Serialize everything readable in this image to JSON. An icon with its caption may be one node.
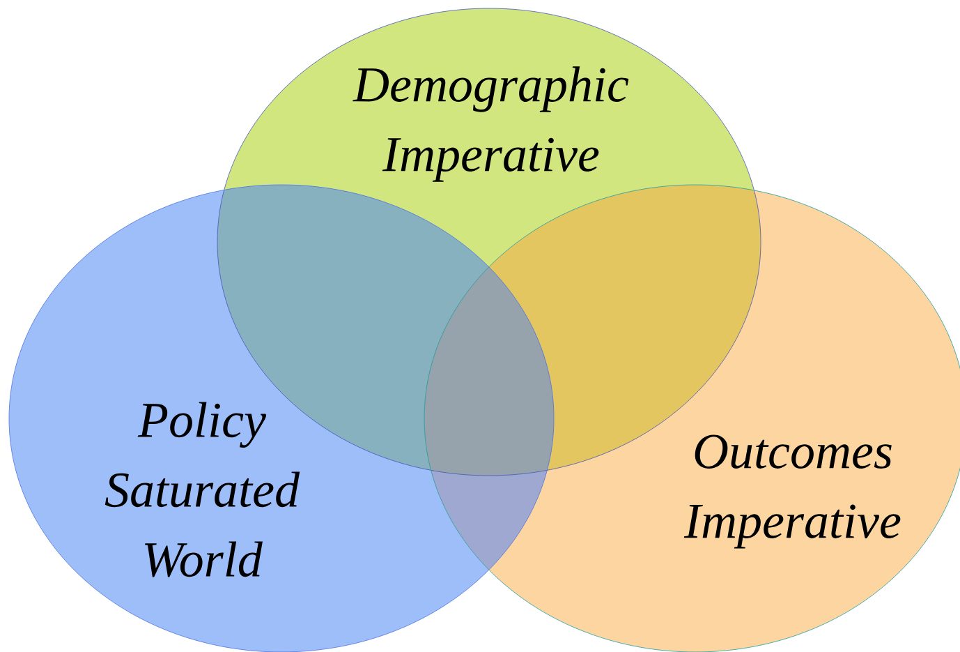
{
  "diagram": {
    "nodes": [
      {
        "text": [
          "Demographic Imperative"
        ]
      },
      {
        "text": [
          "Policy Saturated World"
        ]
      },
      {
        "text": [
          "Outcomes Imperative"
        ]
      }
    ]
  }
}
